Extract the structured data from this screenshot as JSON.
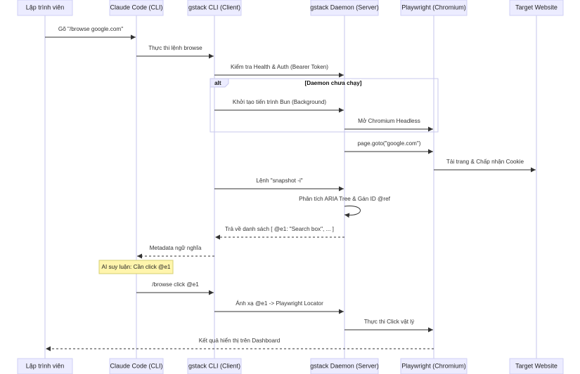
{
  "actors": [
    {
      "id": "dev",
      "label": "Lập trình viên"
    },
    {
      "id": "claude",
      "label": "Claude Code (CLI)"
    },
    {
      "id": "cli",
      "label": "gstack CLI (Client)"
    },
    {
      "id": "daemon",
      "label": "gstack Daemon (Server)"
    },
    {
      "id": "pw",
      "label": "Playwright (Chromium)"
    },
    {
      "id": "web",
      "label": "Target Website"
    }
  ],
  "messages": [
    {
      "from": "dev",
      "to": "claude",
      "text": "Gõ \"/browse google.com\"",
      "style": "solid"
    },
    {
      "from": "claude",
      "to": "cli",
      "text": "Thực thi lệnh browse",
      "style": "solid"
    },
    {
      "from": "cli",
      "to": "daemon",
      "text": "Kiểm tra Health & Auth (Bearer Token)",
      "style": "solid"
    },
    {
      "from": "cli",
      "to": "daemon",
      "text": "Khởi tạo tiến trình Bun (Background)",
      "style": "solid"
    },
    {
      "from": "daemon",
      "to": "pw",
      "text": "Mở Chromium Headless",
      "style": "solid"
    },
    {
      "from": "daemon",
      "to": "pw",
      "text": "page.goto(\"google.com\")",
      "style": "solid"
    },
    {
      "from": "pw",
      "to": "web",
      "text": "Tải trang & Chấp nhận Cookie",
      "style": "solid"
    },
    {
      "from": "cli",
      "to": "daemon",
      "text": "Lệnh \"snapshot -i\"",
      "style": "solid"
    },
    {
      "from": "daemon",
      "to": "daemon",
      "text": "Phân tích ARIA Tree & Gán ID @ref",
      "style": "self"
    },
    {
      "from": "daemon",
      "to": "cli",
      "text": "Trả về danh sách [ @e1: \"Search box\", ... ]",
      "style": "dashed"
    },
    {
      "from": "cli",
      "to": "claude",
      "text": "Metadata ngữ nghĩa",
      "style": "dashed"
    },
    {
      "from": "claude",
      "to": "cli",
      "text": "/browse click @e1",
      "style": "solid"
    },
    {
      "from": "cli",
      "to": "daemon",
      "text": "Ánh xạ @e1 -> Playwright Locator",
      "style": "solid"
    },
    {
      "from": "daemon",
      "to": "pw",
      "text": "Thực thi Click vật lý",
      "style": "solid"
    },
    {
      "from": "pw",
      "to": "dev",
      "text": "Kết quả hiển thị trên Dashboard",
      "style": "dashed"
    }
  ],
  "alt": {
    "label": "alt",
    "condition": "[Daemon chưa chạy]"
  },
  "note": {
    "over": "claude",
    "text": "AI suy luận: Cần click @e1"
  },
  "colors": {
    "actor_fill": "#ECECFF",
    "lifeline": "#c9c9ee",
    "line": "#333333",
    "note_fill": "#FFF5AD"
  }
}
